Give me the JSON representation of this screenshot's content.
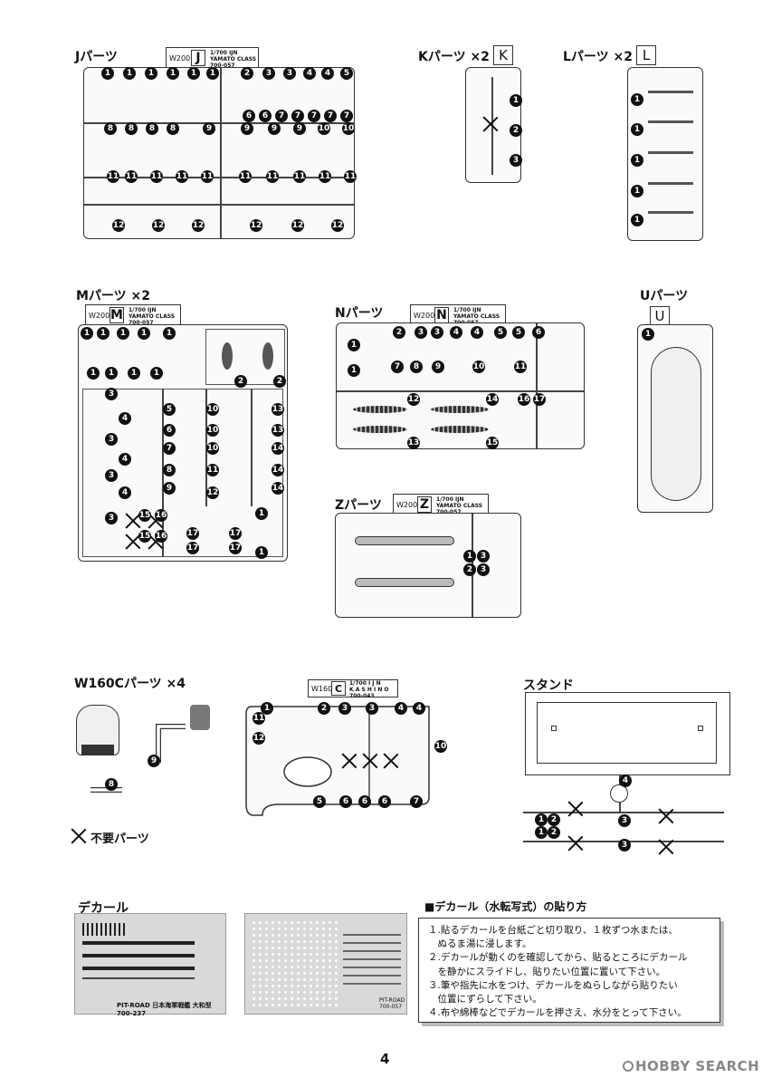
{
  "sections": {
    "J": {
      "title": "Jパーツ",
      "w": "W200",
      "letter": "J",
      "tag": [
        "1/700 IJN",
        "YAMATO CLASS",
        "700-057"
      ]
    },
    "K": {
      "title": "Kパーツ ×2",
      "letter": "K"
    },
    "L": {
      "title": "Lパーツ ×2",
      "letter": "L"
    },
    "M": {
      "title": "Mパーツ ×2",
      "w": "W200",
      "letter": "M",
      "tag": [
        "1/700 IJN",
        "YAMATO CLASS",
        "700-057"
      ]
    },
    "N": {
      "title": "Nパーツ",
      "w": "W200",
      "letter": "N",
      "tag": [
        "1/700 IJN",
        "YAMATO CLASS",
        "700-057"
      ]
    },
    "U": {
      "title": "Uパーツ",
      "letter": "U"
    },
    "Z": {
      "title": "Zパーツ",
      "w": "W200",
      "letter": "Z",
      "tag": [
        "1/700 IJN",
        "YAMATO CLASS",
        "700-057"
      ]
    },
    "W160C": {
      "title": "W160Cパーツ ×4",
      "w": "W160",
      "letter": "C",
      "tag": [
        "1/700 I J N",
        "K A S H I N O",
        "700-043"
      ]
    },
    "stand": {
      "title": "スタンド"
    }
  },
  "legend": {
    "unneeded": "不要パーツ"
  },
  "decal": {
    "title": "デカール",
    "sheet1_caption": "PIT-ROAD 日本海軍戦艦 大和型 700-237",
    "sheet2_caption": [
      "PIT-ROAD",
      "700-057"
    ]
  },
  "instructions": {
    "title": "■デカール（水転写式）の貼り方",
    "steps": [
      "１.貼るデカールを台紙ごと切り取り、１枚ずつ水または、",
      "　ぬるま湯に浸します。",
      "２.デカールが動くのを確認してから、貼るところにデカール",
      "　を静かにスライドし、貼りたい位置に置いて下さい。",
      "３.筆や指先に水をつけ、デカールをぬらしながら貼りたい",
      "　位置にずらして下さい。",
      "４.布や綿棒などでデカールを押さえ、水分をとって下さい。"
    ]
  },
  "page_number": "4",
  "watermark": "HOBBY SEARCH",
  "labels": {
    "J": [
      "1",
      "2",
      "3",
      "4",
      "5",
      "6",
      "7",
      "8",
      "9",
      "10",
      "11",
      "12"
    ],
    "M": [
      "1",
      "2",
      "3",
      "4",
      "5",
      "6",
      "7",
      "8",
      "9",
      "10",
      "11",
      "12",
      "13",
      "14",
      "15",
      "16",
      "17"
    ],
    "N": [
      "1",
      "2",
      "3",
      "4",
      "5",
      "6",
      "7",
      "8",
      "9",
      "10",
      "11",
      "12",
      "13",
      "14",
      "15",
      "16",
      "17"
    ],
    "Z": [
      "1",
      "2",
      "3"
    ],
    "C": [
      "1",
      "2",
      "3",
      "4",
      "5",
      "6",
      "7",
      "8",
      "9",
      "10",
      "11",
      "12"
    ],
    "stand": [
      "1",
      "2",
      "3",
      "4"
    ]
  }
}
